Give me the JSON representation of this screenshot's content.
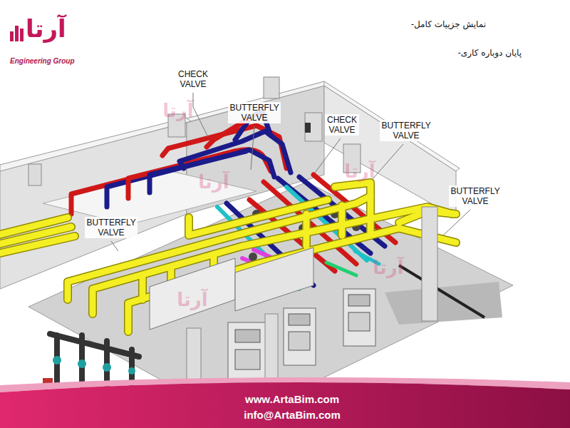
{
  "diagram": {
    "labels": [
      "آرتا",
      "Engineering Group",
      "نمایش جزییات کامل-",
      "پایان دوباره کاری-",
      "CHECK VALVE",
      "BUTTERFLY VALVE",
      "CHECK VALVE",
      "BUTTERFLY VALVE",
      "BUTTERFLY VALVE",
      "BUTTERFLY VALVE",
      "آرتا",
      "آرتا",
      "آرتا",
      "آرتا",
      "آرتا",
      "www.ArtaBim.com",
      "info@ArtaBim.com"
    ]
  }
}
